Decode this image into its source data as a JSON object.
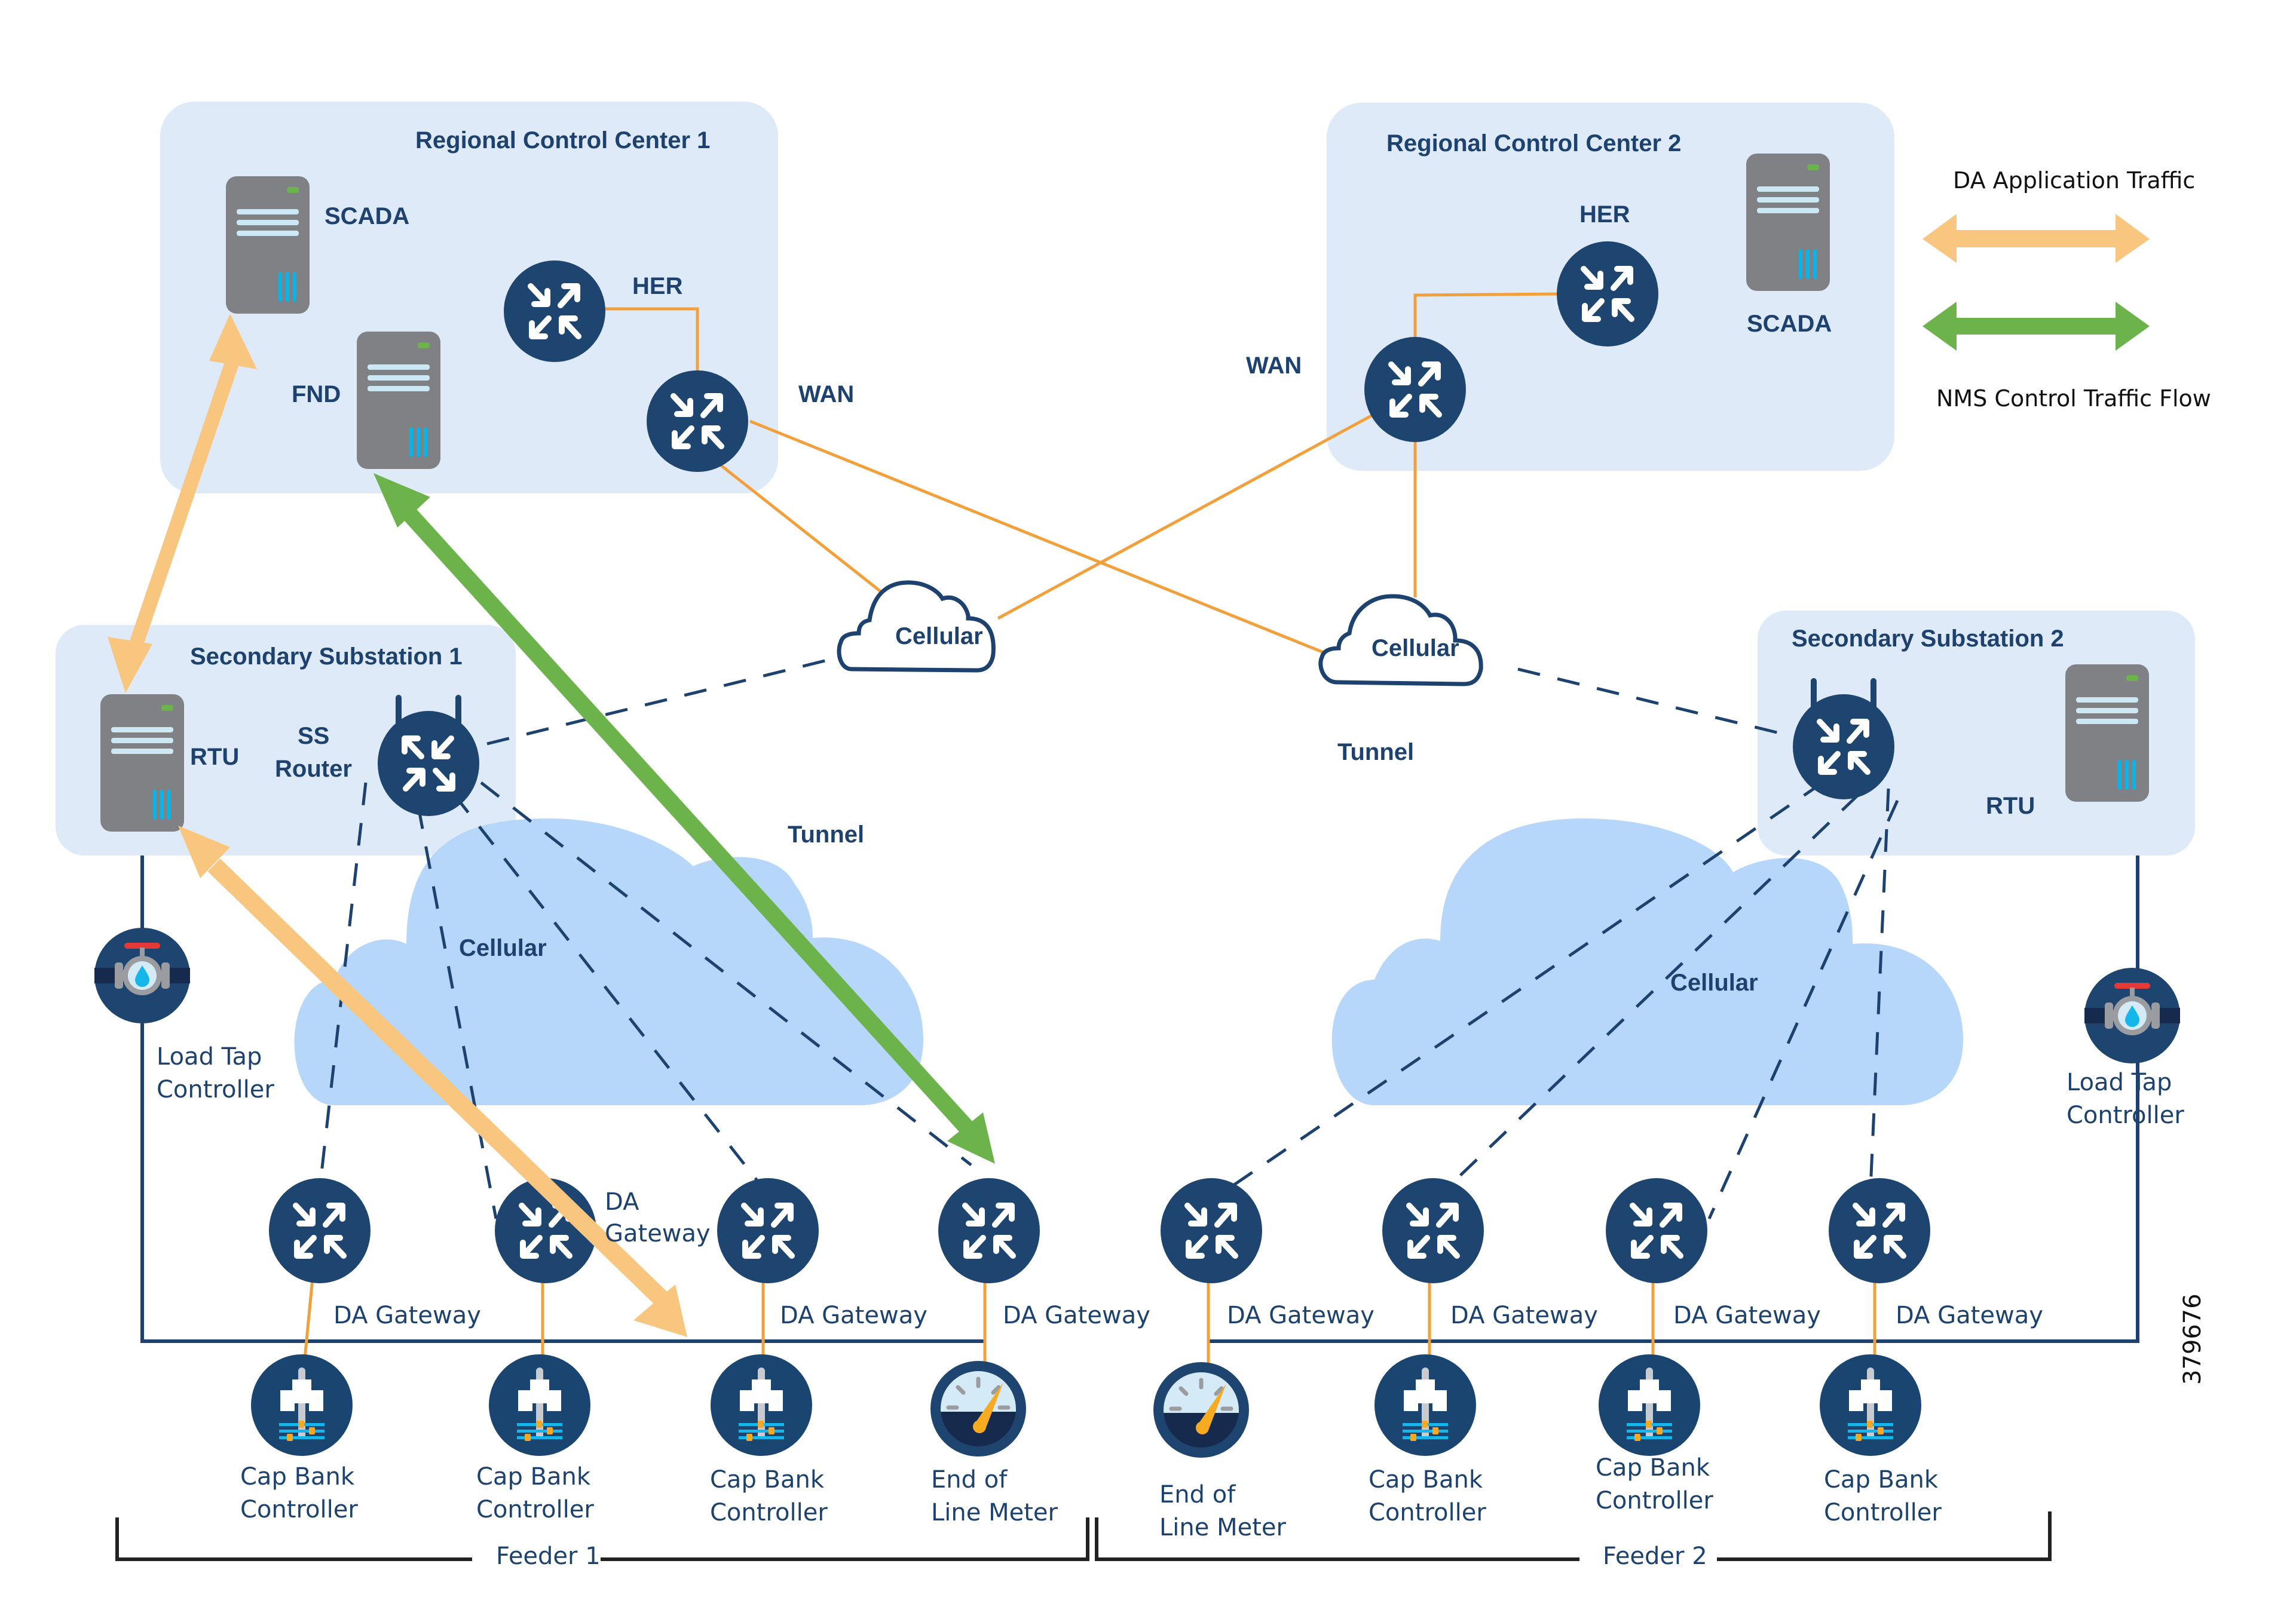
{
  "diagram": {
    "figure_id": "379676",
    "colors": {
      "da_application_traffic": "#f9c67f",
      "nms_control_traffic": "#6cb34c",
      "wan_link": "#f2a03b",
      "tunnel": "#1d426f",
      "box_fill": "#deeaf8",
      "cloud_fill": "#b6d7fa",
      "device_fill": "#1e4470"
    },
    "legend": {
      "items": [
        {
          "label": "DA Application Traffic",
          "color": "#f9c67f"
        },
        {
          "label": "NMS Control Traffic Flow",
          "color": "#6cb34c"
        }
      ]
    },
    "regional_control_centers": [
      {
        "title": "Regional Control Center 1",
        "scada": "SCADA",
        "fnd": "FND",
        "her": "HER",
        "wan": "WAN"
      },
      {
        "title": "Regional Control Center 2",
        "scada": "SCADA",
        "her": "HER",
        "wan": "WAN"
      }
    ],
    "secondary_substations": [
      {
        "title": "Secondary Substation 1",
        "rtu": "RTU",
        "router_line1": "SS",
        "router_line2": "Router"
      },
      {
        "title": "Secondary Substation 2",
        "rtu": "RTU"
      }
    ],
    "clouds": {
      "small_left": "Cellular",
      "small_right": "Cellular",
      "big_left": "Cellular",
      "big_right": "Cellular"
    },
    "tunnel_labels": [
      "Tunnel",
      "Tunnel"
    ],
    "load_tap_controllers": [
      {
        "line1": "Load Tap",
        "line2": "Controller"
      },
      {
        "line1": "Load Tap",
        "line2": "Controller"
      }
    ],
    "gateways": {
      "second_gateway_label_line1": "DA",
      "second_gateway_label_line2": "Gateway",
      "labels": [
        "DA Gateway",
        "DA Gateway",
        "DA Gateway",
        "DA Gateway",
        "DA Gateway",
        "DA Gateway",
        "DA Gateway"
      ]
    },
    "endpoints": [
      {
        "type": "cap-bank",
        "line1": "Cap Bank",
        "line2": "Controller"
      },
      {
        "type": "cap-bank",
        "line1": "Cap Bank",
        "line2": "Controller"
      },
      {
        "type": "cap-bank",
        "line1": "Cap Bank",
        "line2": "Controller"
      },
      {
        "type": "meter",
        "line1": "End of",
        "line2": "Line Meter"
      },
      {
        "type": "meter",
        "line1": "End of",
        "line2": "Line Meter"
      },
      {
        "type": "cap-bank",
        "line1": "Cap Bank",
        "line2": "Controller"
      },
      {
        "type": "cap-bank",
        "line1": "Cap Bank",
        "line2": "Controller"
      },
      {
        "type": "cap-bank",
        "line1": "Cap Bank",
        "line2": "Controller"
      }
    ],
    "feeders": [
      "Feeder 1",
      "Feeder 2"
    ]
  }
}
